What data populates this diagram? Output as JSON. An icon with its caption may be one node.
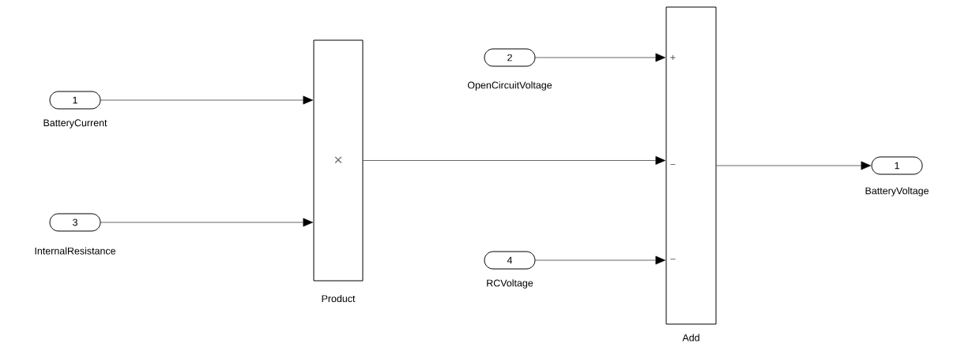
{
  "diagram": {
    "nodes": [
      {
        "text": [
          "1"
        ],
        "beside": [
          "BatteryCurrent"
        ]
      },
      {
        "text": [
          "3"
        ],
        "beside": [
          "InternalResistance"
        ]
      },
      {
        "text": [
          "×"
        ],
        "beside": [
          "Product"
        ]
      },
      {
        "text": [
          "2"
        ],
        "beside": [
          "OpenCircuitVoltage"
        ]
      },
      {
        "text": [
          "4"
        ],
        "beside": [
          "RCVoltage"
        ]
      },
      {
        "text": [
          "+",
          "−",
          "−"
        ],
        "beside": [
          "Add"
        ]
      },
      {
        "text": [
          "1"
        ],
        "beside": [
          "BatteryVoltage"
        ]
      }
    ],
    "edges": [
      {
        "from": 0,
        "to": 2,
        "arrow": "to"
      },
      {
        "from": 1,
        "to": 2,
        "arrow": "to"
      },
      {
        "from": 3,
        "to": 5,
        "arrow": "to"
      },
      {
        "from": 2,
        "to": 5,
        "arrow": "to"
      },
      {
        "from": 4,
        "to": 5,
        "arrow": "to"
      },
      {
        "from": 5,
        "to": 6,
        "arrow": "to"
      }
    ]
  }
}
